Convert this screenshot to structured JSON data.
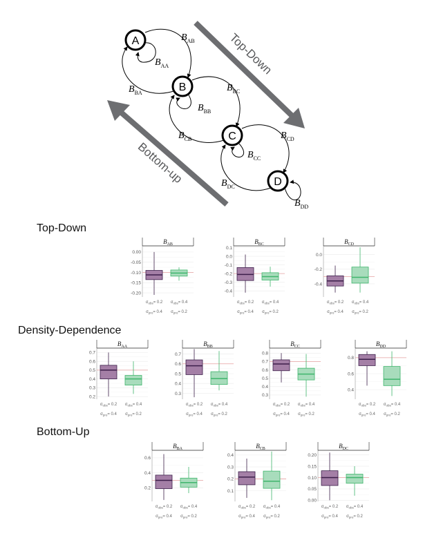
{
  "diagram": {
    "nodes": [
      "A",
      "B",
      "C",
      "D"
    ],
    "edges": {
      "AB": {
        "main": "B",
        "sub": "AB"
      },
      "AA": {
        "main": "B",
        "sub": "AA"
      },
      "BA": {
        "main": "B",
        "sub": "BA"
      },
      "BC": {
        "main": "B",
        "sub": "BC"
      },
      "BB": {
        "main": "B",
        "sub": "BB"
      },
      "CB": {
        "main": "B",
        "sub": "CB"
      },
      "CD": {
        "main": "B",
        "sub": "CD"
      },
      "CC": {
        "main": "B",
        "sub": "CC"
      },
      "DC": {
        "main": "B",
        "sub": "DC"
      },
      "DD": {
        "main": "B",
        "sub": "DD"
      }
    },
    "arrow_top_down": "Top-Down",
    "arrow_bottom_up": "Bottom-up"
  },
  "sections": {
    "top_down": "Top-Down",
    "density": "Density-Dependence",
    "bottom_up": "Bottom-Up"
  },
  "colors": {
    "purple_fill": "#a47fa6",
    "purple_line": "#3c1f4a",
    "green_fill": "#a8dcbc",
    "green_line": "#3fb56c",
    "ref_line": "#e6a0a0",
    "diagram_arrow": "#6d6e71"
  },
  "legend": {
    "obs": "obs",
    "pro": "pro",
    "left_obs": "= 0.2",
    "left_pro": "= 0.4",
    "right_obs": "= 0.4",
    "right_pro": "= 0.2"
  },
  "chart_data": [
    {
      "type": "box",
      "title_main": "B",
      "title_sub": "AB",
      "ylim": [
        -0.22,
        0.03
      ],
      "yticks": [
        0.0,
        -0.05,
        -0.1,
        -0.15,
        -0.2
      ],
      "ytick_labels": [
        "0.00",
        "-0.05",
        "-0.10",
        "-0.15",
        "-0.20"
      ],
      "ref": -0.1,
      "series": [
        {
          "whisker_lo": -0.21,
          "q1": -0.135,
          "median": -0.112,
          "q3": -0.09,
          "whisker_hi": 0.0
        },
        {
          "whisker_lo": -0.14,
          "q1": -0.118,
          "median": -0.103,
          "q3": -0.088,
          "whisker_hi": -0.075
        }
      ]
    },
    {
      "type": "box",
      "title_main": "B",
      "title_sub": "BC",
      "ylim": [
        -0.47,
        0.12
      ],
      "yticks": [
        0.1,
        0.0,
        -0.1,
        -0.2,
        -0.3,
        -0.4
      ],
      "ytick_labels": [
        "0.1",
        "0.0",
        "-0.1",
        "-0.2",
        "-0.3",
        "-0.4"
      ],
      "ref": -0.2,
      "series": [
        {
          "whisker_lo": -0.42,
          "q1": -0.28,
          "median": -0.21,
          "q3": -0.13,
          "whisker_hi": 0.02
        },
        {
          "whisker_lo": -0.35,
          "q1": -0.275,
          "median": -0.235,
          "q3": -0.19,
          "whisker_hi": -0.12
        }
      ]
    },
    {
      "type": "box",
      "title_main": "B",
      "title_sub": "CD",
      "ylim": [
        -0.58,
        0.12
      ],
      "yticks": [
        0.0,
        -0.2,
        -0.4
      ],
      "ytick_labels": [
        "0.0",
        "-0.2",
        "-0.4"
      ],
      "ref": -0.3,
      "series": [
        {
          "whisker_lo": -0.52,
          "q1": -0.43,
          "median": -0.36,
          "q3": -0.29,
          "whisker_hi": -0.15
        },
        {
          "whisker_lo": -0.52,
          "q1": -0.39,
          "median": -0.31,
          "q3": -0.17,
          "whisker_hi": 0.1
        }
      ]
    },
    {
      "type": "box",
      "title_main": "B",
      "title_sub": "AA",
      "ylim": [
        0.17,
        0.75
      ],
      "yticks": [
        0.7,
        0.6,
        0.5,
        0.4,
        0.3,
        0.2
      ],
      "ytick_labels": [
        "0.7",
        "0.6",
        "0.5",
        "0.4",
        "0.3",
        "0.2"
      ],
      "ref": 0.5,
      "series": [
        {
          "whisker_lo": 0.2,
          "q1": 0.4,
          "median": 0.5,
          "q3": 0.555,
          "whisker_hi": 0.7
        },
        {
          "whisker_lo": 0.23,
          "q1": 0.33,
          "median": 0.4,
          "q3": 0.44,
          "whisker_hi": 0.6
        }
      ]
    },
    {
      "type": "box",
      "title_main": "B",
      "title_sub": "BB",
      "ylim": [
        0.24,
        0.76
      ],
      "yticks": [
        0.7,
        0.6,
        0.5,
        0.4,
        0.3
      ],
      "ytick_labels": [
        "0.7",
        "0.6",
        "0.5",
        "0.4",
        "0.3"
      ],
      "ref": 0.6,
      "series": [
        {
          "whisker_lo": 0.26,
          "q1": 0.49,
          "median": 0.58,
          "q3": 0.64,
          "whisker_hi": 0.75
        },
        {
          "whisker_lo": 0.33,
          "q1": 0.39,
          "median": 0.45,
          "q3": 0.52,
          "whisker_hi": 0.73
        }
      ]
    },
    {
      "type": "box",
      "title_main": "B",
      "title_sub": "CC",
      "ylim": [
        0.25,
        0.86
      ],
      "yticks": [
        0.8,
        0.7,
        0.6,
        0.5,
        0.4,
        0.3
      ],
      "ytick_labels": [
        "0.8",
        "0.7",
        "0.6",
        "0.5",
        "0.4",
        "0.3"
      ],
      "ref": 0.7,
      "series": [
        {
          "whisker_lo": 0.45,
          "q1": 0.59,
          "median": 0.67,
          "q3": 0.72,
          "whisker_hi": 0.8
        },
        {
          "whisker_lo": 0.28,
          "q1": 0.48,
          "median": 0.55,
          "q3": 0.62,
          "whisker_hi": 0.79
        }
      ]
    },
    {
      "type": "box",
      "title_main": "B",
      "title_sub": "DD",
      "ylim": [
        0.28,
        0.92
      ],
      "yticks": [
        0.8,
        0.6,
        0.4
      ],
      "ytick_labels": [
        "0.8",
        "0.6",
        "0.4"
      ],
      "ref": 0.8,
      "series": [
        {
          "whisker_lo": 0.45,
          "q1": 0.7,
          "median": 0.78,
          "q3": 0.84,
          "whisker_hi": 0.88
        },
        {
          "whisker_lo": 0.32,
          "q1": 0.45,
          "median": 0.53,
          "q3": 0.69,
          "whisker_hi": 0.88
        }
      ]
    },
    {
      "type": "box",
      "title_main": "B",
      "title_sub": "BA",
      "ylim": [
        0.02,
        0.7
      ],
      "yticks": [
        0.6,
        0.4,
        0.2
      ],
      "ytick_labels": [
        "0.6",
        "0.4",
        "0.2"
      ],
      "ref": 0.3,
      "series": [
        {
          "whisker_lo": 0.04,
          "q1": 0.19,
          "median": 0.3,
          "q3": 0.37,
          "whisker_hi": 0.65
        },
        {
          "whisker_lo": 0.13,
          "q1": 0.21,
          "median": 0.27,
          "q3": 0.33,
          "whisker_hi": 0.48
        }
      ]
    },
    {
      "type": "box",
      "title_main": "B",
      "title_sub": "CB",
      "ylim": [
        0.01,
        0.44
      ],
      "yticks": [
        0.4,
        0.3,
        0.2,
        0.1
      ],
      "ytick_labels": [
        "0.4",
        "0.3",
        "0.2",
        "0.1"
      ],
      "ref": 0.2,
      "series": [
        {
          "whisker_lo": 0.04,
          "q1": 0.15,
          "median": 0.215,
          "q3": 0.26,
          "whisker_hi": 0.37
        },
        {
          "whisker_lo": 0.02,
          "q1": 0.12,
          "median": 0.18,
          "q3": 0.265,
          "whisker_hi": 0.43
        }
      ]
    },
    {
      "type": "box",
      "title_main": "B",
      "title_sub": "DC",
      "ylim": [
        -0.005,
        0.22
      ],
      "yticks": [
        0.2,
        0.15,
        0.1,
        0.05,
        0.0
      ],
      "ytick_labels": [
        "0.20",
        "0.15",
        "0.10",
        "0.05",
        "0.00"
      ],
      "ref": 0.1,
      "series": [
        {
          "whisker_lo": 0.0,
          "q1": 0.065,
          "median": 0.1,
          "q3": 0.13,
          "whisker_hi": 0.21
        },
        {
          "whisker_lo": 0.02,
          "q1": 0.075,
          "median": 0.1,
          "q3": 0.115,
          "whisker_hi": 0.15
        }
      ]
    }
  ]
}
